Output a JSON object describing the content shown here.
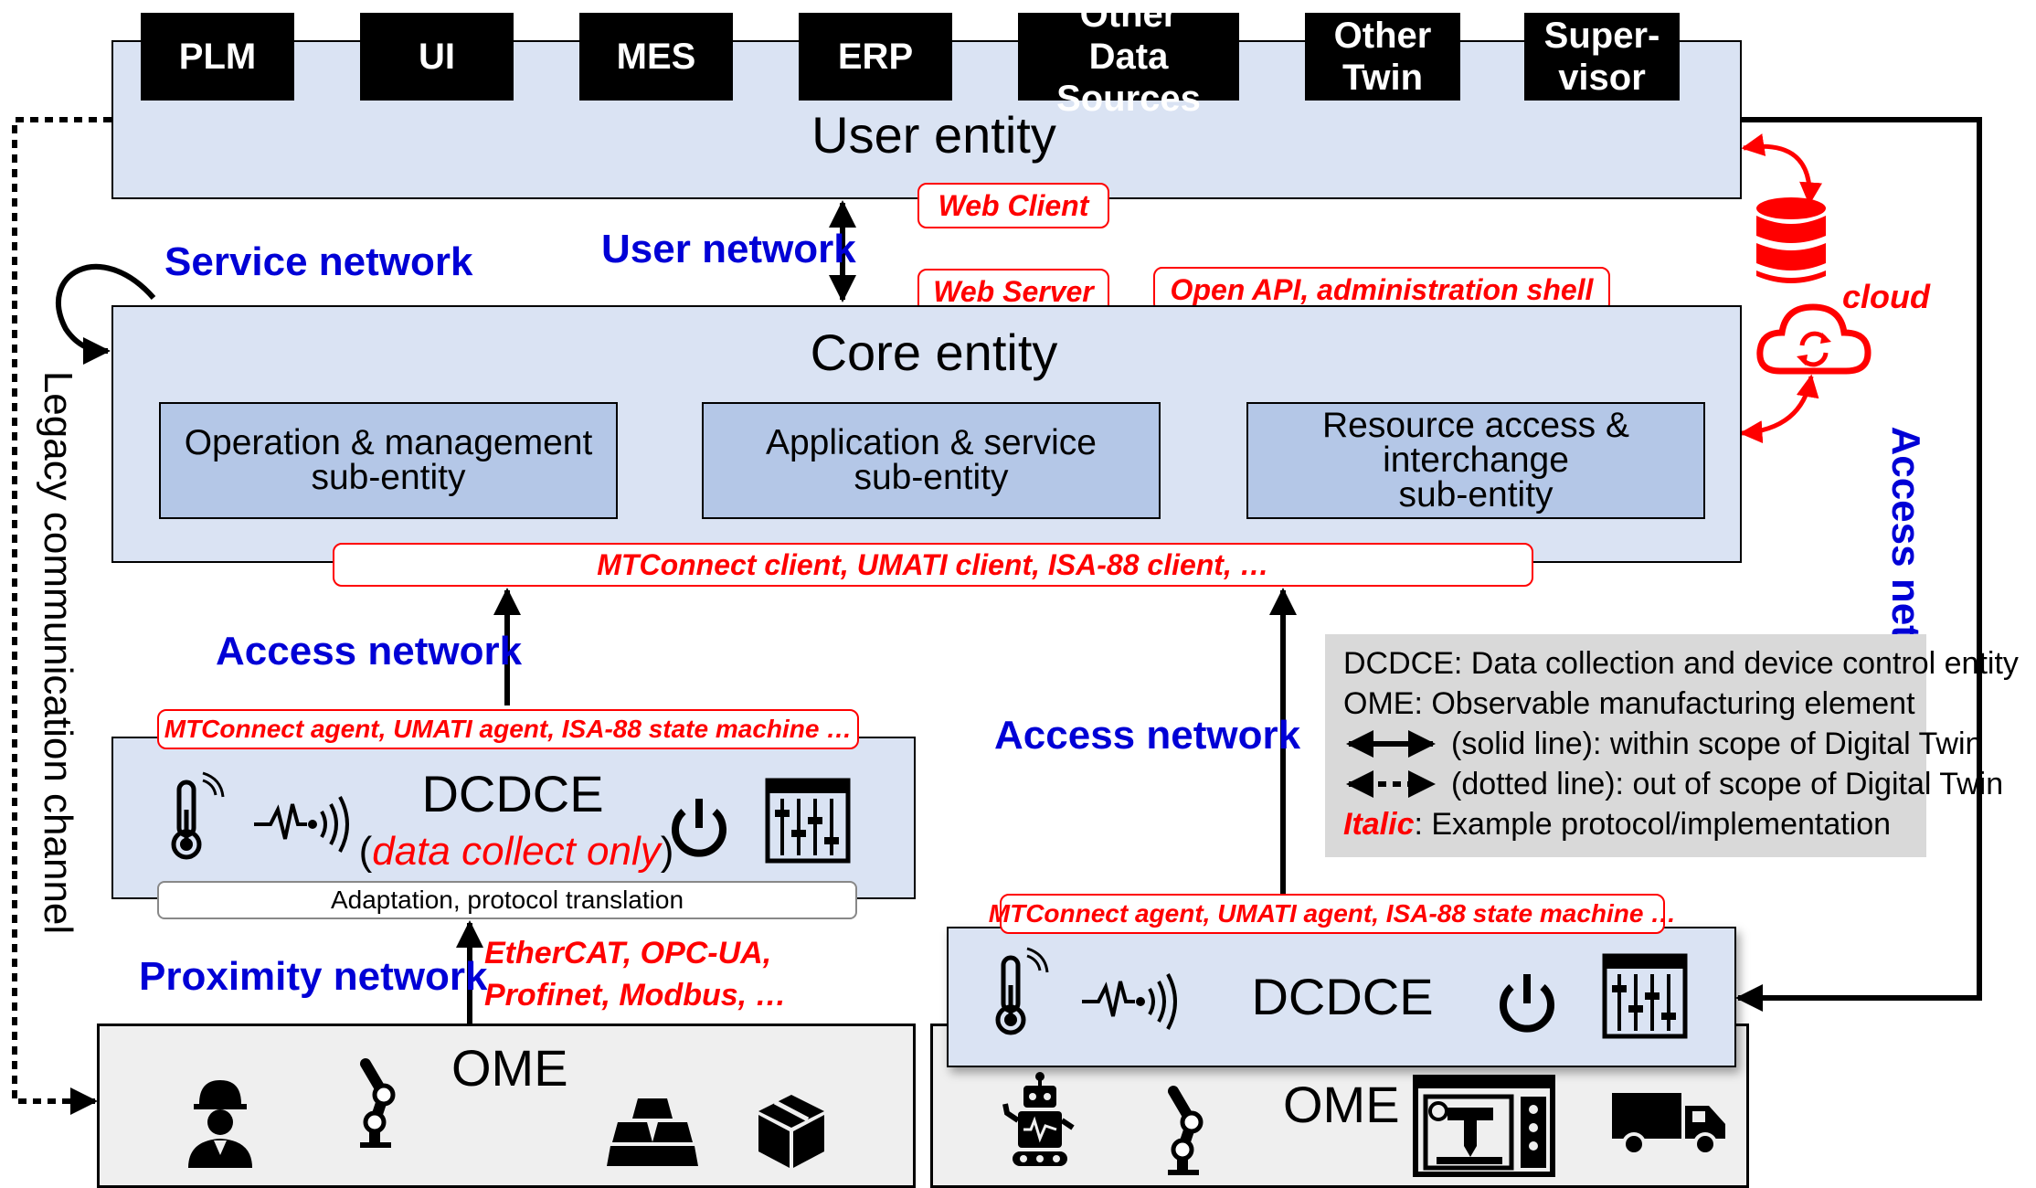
{
  "user_entity": {
    "title": "User entity",
    "sources": [
      {
        "label": "PLM"
      },
      {
        "label": "UI"
      },
      {
        "label": "MES"
      },
      {
        "label": "ERP"
      },
      {
        "label": "Other\nData Sources"
      },
      {
        "label": "Other\nTwin"
      },
      {
        "label": "Super-\nvisor"
      }
    ]
  },
  "core_entity": {
    "title": "Core entity",
    "sub_entities": [
      {
        "label": "Operation & management\nsub-entity"
      },
      {
        "label": "Application & service\nsub-entity"
      },
      {
        "label": "Resource access & interchange\nsub-entity"
      }
    ]
  },
  "tags": {
    "web_client": "Web Client",
    "web_server": "Web Server",
    "open_api": "Open API, administration shell",
    "core_clients": "MTConnect client, UMATI client, ISA-88 client, …",
    "left_agent": "MTConnect agent, UMATI agent, ISA-88 state machine …",
    "right_agent": "MTConnect agent, UMATI agent, ISA-88 state machine …"
  },
  "networks": {
    "service": "Service network",
    "user": "User network",
    "access_left": "Access network",
    "access_mid": "Access network",
    "access_right": "Access network",
    "proximity": "Proximity network",
    "legacy": "Legacy communication channel"
  },
  "protocols": {
    "proximity_examples": "EtherCAT, OPC-UA,\nProfinet, Modbus, …"
  },
  "cloud": {
    "label": "cloud"
  },
  "dcdce_left": {
    "title": "DCDCE",
    "note_open": "(",
    "note": "data collect only",
    "note_close": ")",
    "adaptation": "Adaptation, protocol translation"
  },
  "dcdce_right": {
    "title": "DCDCE"
  },
  "ome_left": {
    "title": "OME"
  },
  "ome_right": {
    "title": "OME"
  },
  "legend": {
    "dcdce_def": "DCDCE: Data collection and device control entity",
    "ome_def": "OME: Observable manufacturing element",
    "solid": "(solid line): within scope of Digital Twin",
    "dotted": "(dotted line): out of scope of Digital Twin",
    "italic_word": "Italic",
    "italic_def": ": Example protocol/implementation"
  },
  "colors": {
    "entity_fill": "#dae3f3",
    "sub_entity_fill": "#b4c7e7",
    "network_label": "#0000d6",
    "protocol_red": "#ff0000",
    "ome_fill": "#efefef",
    "legend_fill": "#d9d9d9"
  }
}
